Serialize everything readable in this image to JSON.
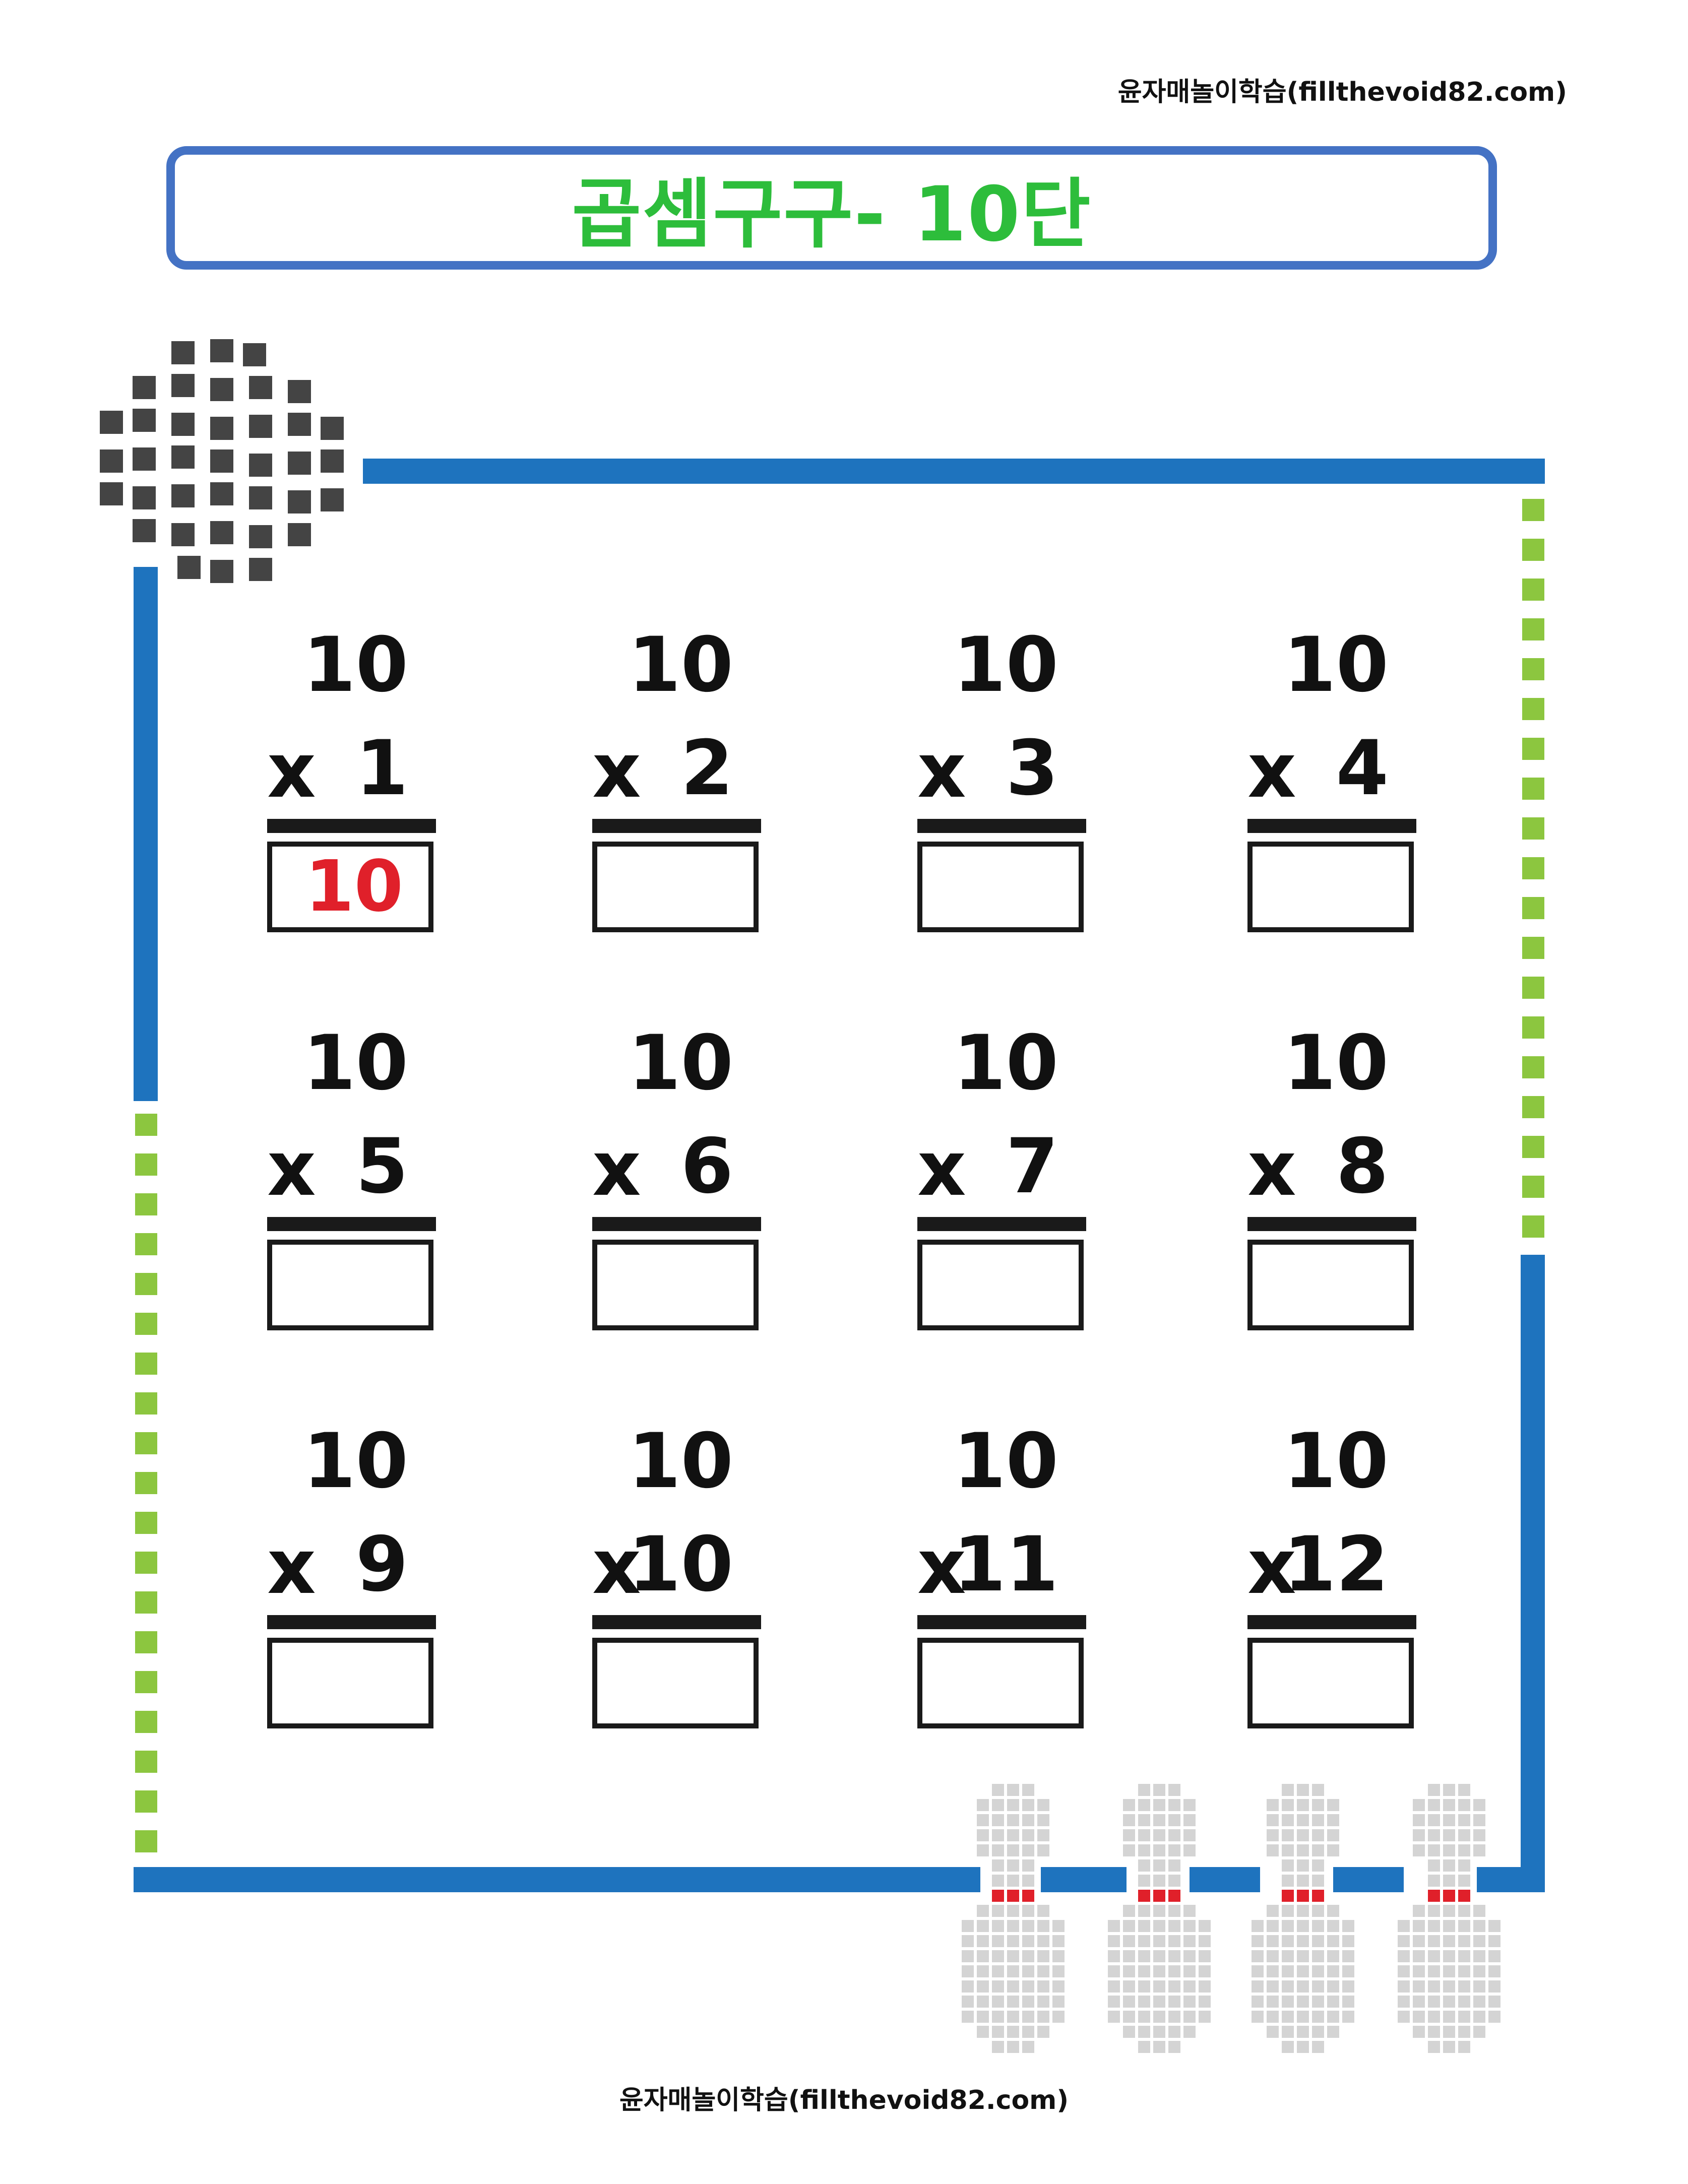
{
  "header": {
    "credit": "윤자매놀이학습(fillthevoid82.com)"
  },
  "title": {
    "text": "곱셈구구- 10단",
    "color": "#2dbd3b",
    "border_color": "#4472c4"
  },
  "problems": [
    {
      "multiplicand": "10",
      "operator": "x",
      "multiplier": "1",
      "answer": "10"
    },
    {
      "multiplicand": "10",
      "operator": "x",
      "multiplier": "2",
      "answer": ""
    },
    {
      "multiplicand": "10",
      "operator": "x",
      "multiplier": "3",
      "answer": ""
    },
    {
      "multiplicand": "10",
      "operator": "x",
      "multiplier": "4",
      "answer": ""
    },
    {
      "multiplicand": "10",
      "operator": "x",
      "multiplier": "5",
      "answer": ""
    },
    {
      "multiplicand": "10",
      "operator": "x",
      "multiplier": "6",
      "answer": ""
    },
    {
      "multiplicand": "10",
      "operator": "x",
      "multiplier": "7",
      "answer": ""
    },
    {
      "multiplicand": "10",
      "operator": "x",
      "multiplier": "8",
      "answer": ""
    },
    {
      "multiplicand": "10",
      "operator": "x",
      "multiplier": "9",
      "answer": ""
    },
    {
      "multiplicand": "10",
      "operator": "x",
      "multiplier": "10",
      "answer": ""
    },
    {
      "multiplicand": "10",
      "operator": "x",
      "multiplier": "11",
      "answer": ""
    },
    {
      "multiplicand": "10",
      "operator": "x",
      "multiplier": "12",
      "answer": ""
    }
  ],
  "footer": {
    "credit": "윤자매놀이학습(fillthevoid82.com)"
  },
  "colors": {
    "frame_blue": "#1e73be",
    "dash_green": "#8cc63f",
    "answer_red": "#e0202a",
    "pixel_dark": "#444444",
    "pin_gray": "#d4d4d4",
    "pin_stripe": "#e0202a"
  },
  "decorations": {
    "top_left": "pixel-bowling-ball-icon",
    "bottom_right": "pixel-bowling-pins-icon"
  }
}
